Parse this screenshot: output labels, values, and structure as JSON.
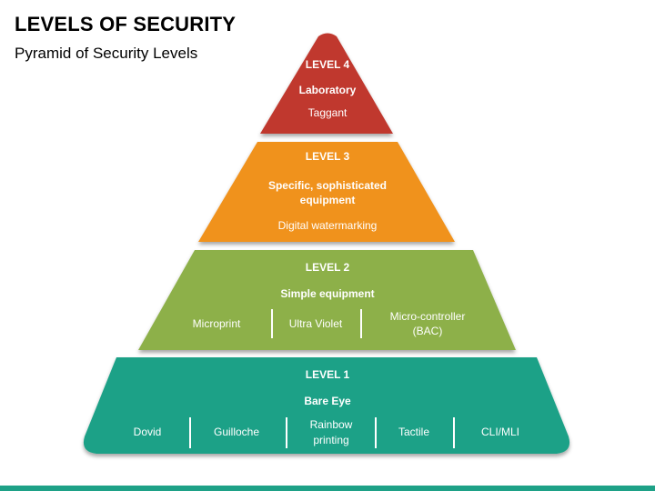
{
  "header": {
    "title": "LEVELS OF SECURITY",
    "subtitle": "Pyramid of Security Levels"
  },
  "colors": {
    "level4": "#c0392f",
    "level3": "#f0921f",
    "level2": "#8db04a",
    "level1": "#1ea187",
    "bar": "#1ea187"
  },
  "levels": {
    "level4": {
      "label": "LEVEL 4",
      "heading": "Laboratory",
      "items": [
        "Taggant"
      ]
    },
    "level3": {
      "label": "LEVEL 3",
      "heading_line1": "Specific, sophisticated",
      "heading_line2": "equipment",
      "items": [
        "Digital watermarking"
      ]
    },
    "level2": {
      "label": "LEVEL 2",
      "heading": "Simple equipment",
      "items": [
        "Microprint",
        "Ultra Violet",
        "Micro-controller",
        "(BAC)"
      ]
    },
    "level1": {
      "label": "LEVEL 1",
      "heading": "Bare Eye",
      "items": [
        "Dovid",
        "Guilloche",
        "Rainbow",
        "printing",
        "Tactile",
        "CLI/MLI"
      ]
    }
  }
}
